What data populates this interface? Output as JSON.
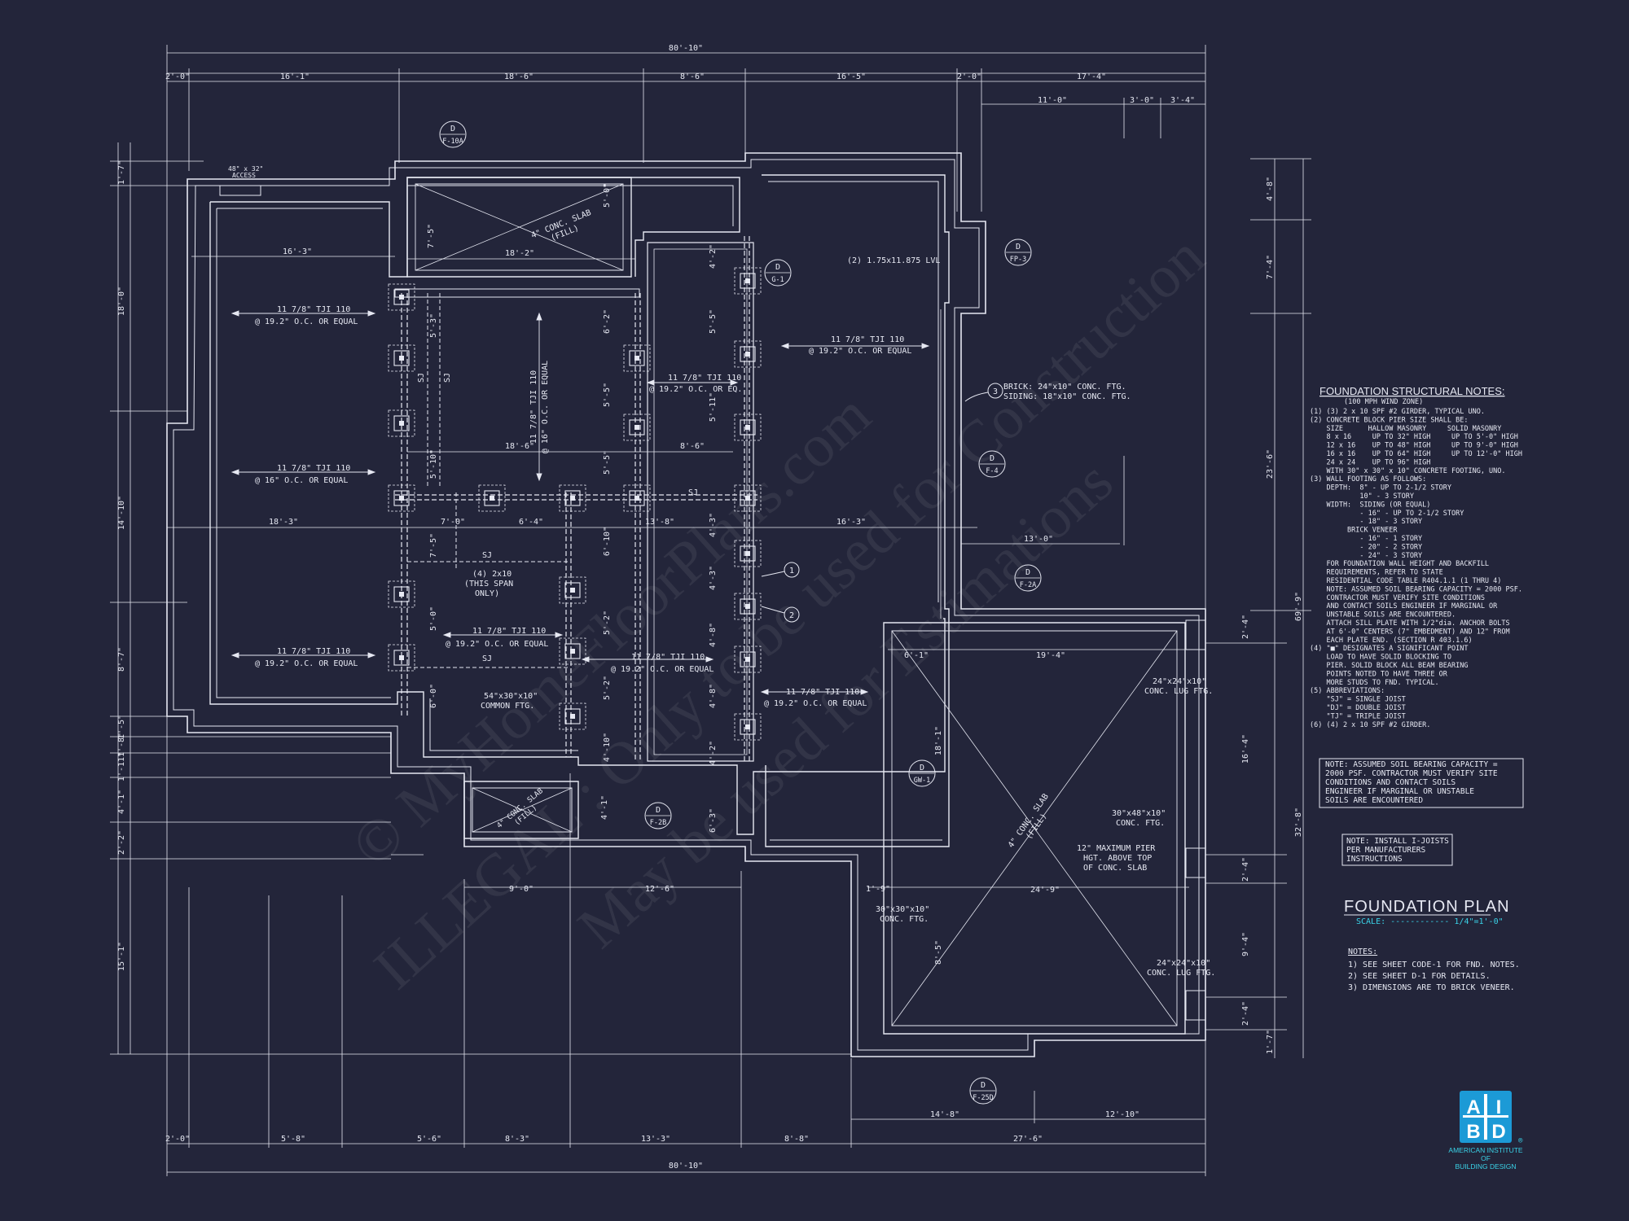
{
  "colors": {
    "background": "#23253a",
    "line": "#e6e8f2",
    "accent": "#3ad3e8",
    "logo": "#1c9ad6"
  },
  "watermark": {
    "line1": "© MyHomeFloorPlans.com",
    "line2": "ILLEGAL : Only to be used for Construction",
    "line3": "May be used for Estimations"
  },
  "dimensions": {
    "top_overall": "80'-10\"",
    "bottom_overall": "80'-10\"",
    "top_segments": [
      "2'-0\"",
      "16'-1\"",
      "18'-6\"",
      "8'-6\"",
      "16'-5\"",
      "2'-0\"",
      "17'-4\""
    ],
    "top_right_sub": [
      "11'-0\"",
      "3'-0\"",
      "3'-4\""
    ],
    "bottom_segments": [
      "2'-0\"",
      "5'-8\"",
      "5'-6\"",
      "8'-3\"",
      "13'-3\"",
      "8'-8\"",
      "27'-6\""
    ],
    "bottom_sub": [
      "14'-8\"",
      "12'-10\""
    ],
    "lower_mid": [
      "9'-0\"",
      "12'-6\""
    ],
    "left_side": [
      "1'-7\"",
      "18'-0\"",
      "14'-10\"",
      "8'-7\"",
      "1'-5\"",
      "1'-8\"",
      "1'-11\"",
      "4'-1\"",
      "2'-2\"",
      "15'-1\""
    ],
    "right_side": [
      "4'-8\"",
      "7'-4\"",
      "23'-6\"",
      "2'-4\"",
      "16'-4\"",
      "2'-4\"",
      "9'-4\"",
      "2'-4\"",
      "1'-7\""
    ],
    "right_totals": [
      "69'-9\"",
      "32'-8\""
    ],
    "interior": [
      "16'-3\"",
      "18'-2\"",
      "18'-6\"",
      "8'-6\"",
      "18'-3\"",
      "7'-0\"",
      "6'-4\"",
      "13'-8\"",
      "16'-3\"",
      "13'-0\"",
      "19'-4\"",
      "24'-9\"",
      "1'-9\"",
      "6'-1\"",
      "18'-1\"",
      "8'-5\""
    ],
    "vertical_interior": [
      "7'-5\"",
      "5'-0\"",
      "6'-2\"",
      "5'-5\"",
      "5'-5\"",
      "4'-2\"",
      "5'-5\"",
      "5'-11\"",
      "5'-3\"",
      "5'-10\"",
      "7'-5\"",
      "5'-0\"",
      "6'-0\"",
      "6'-10\"",
      "5'-2\"",
      "5'-2\"",
      "4'-10\"",
      "4'-3\"",
      "4'-3\"",
      "4'-8\"",
      "4'-8\"",
      "4'-2\"",
      "6'-3\"",
      "4'-1\""
    ]
  },
  "labels": {
    "access": "48\" x 32\"",
    "access2": "ACCESS",
    "slab_top": "4\" CONC. SLAB",
    "slab_top_fill": "(FILL)",
    "slab_small": "4\" CONC. SLAB",
    "slab_small_fill": "(FILL)",
    "slab_big": "4\" CONC. SLAB",
    "slab_big_fill": "(FILL)",
    "lvl": "(2) 1.75x11.875 LVL",
    "joist_a": "11 7/8\" TJI 110",
    "joist_a_sp": "@ 19.2\" O.C. OR EQUAL",
    "joist_b": "11 7/8\" TJI 110",
    "joist_b_sp": "@ 16\" O.C. OR EQUAL",
    "joist_c": "11 7/8\" TJI 110",
    "joist_c_sp": "@ 19.2\" O.C. OR EQUAL",
    "joist_d": "11 7/8\" TJI 110",
    "joist_d_sp": "@ 19.2\" O.C. OR EQUAL",
    "joist_e": "11 7/8\" TJI 110",
    "joist_e_sp": "@ 19.2\" O.C. OR EQ.",
    "joist_f": "11 7/8\" TJI 110",
    "joist_f_sp": "@ 16\" O.C. OR EQUAL",
    "joist_g": "11 7/8\" TJI 110",
    "joist_g_sp": "@ 19.2\" O.C. OR EQUAL",
    "joist_h": "11 7/8\" TJI 110",
    "joist_h_sp": "@ 19.2\" O.C. OR EQUAL",
    "joist_i": "11 7/8\" TJI 110",
    "joist_i_sp": "@ 19.2\" O.C. OR EQUAL",
    "brick_ftg": "BRICK: 24\"x10\" CONC. FTG.",
    "siding_ftg": "SIDING: 18\"x10\" CONC. FTG.",
    "span1": "(4) 2x10",
    "span2": "(THIS SPAN",
    "span3": "ONLY)",
    "common1": "54\"x30\"x10\"",
    "common2": "COMMON FTG.",
    "lug1": "24\"x24\"x10\"",
    "lug1b": "CONC. LUG FTG.",
    "lug2": "24\"x24\"x10\"",
    "lug2b": "CONC. LUG FTG.",
    "ftg30a": "30\"x48\"x10\"",
    "ftg30b": "CONC. FTG.",
    "pier1": "12\" MAXIMUM PIER",
    "pier2": "HGT. ABOVE TOP",
    "pier3": "OF CONC. SLAB",
    "ftg_small1": "30\"x30\"x10\"",
    "ftg_small2": "CONC. FTG.",
    "sj": "SJ",
    "callout1": "1",
    "callout2": "2",
    "callout3": "3"
  },
  "section_tags": [
    {
      "top": "D",
      "bottom": "F-10A"
    },
    {
      "top": "D",
      "bottom": "G-1"
    },
    {
      "top": "D",
      "bottom": "FP-3"
    },
    {
      "top": "D",
      "bottom": "F-4"
    },
    {
      "top": "D",
      "bottom": "F-2A"
    },
    {
      "top": "D",
      "bottom": "GW-1"
    },
    {
      "top": "D",
      "bottom": "F-2B"
    },
    {
      "top": "D",
      "bottom": "F-25D"
    }
  ],
  "structural_notes": {
    "title": "FOUNDATION STRUCTURAL NOTES:",
    "subtitle": "(100 MPH WIND ZONE)",
    "lines": [
      "(1) (3) 2 x 10 SPF #2 GIRDER, TYPICAL UNO.",
      "(2) CONCRETE BLOCK PIER SIZE SHALL BE:",
      "    SIZE      HALLOW MASONRY     SOLID MASONRY",
      "    8 x 16     UP TO 32\" HIGH     UP TO 5'-0\" HIGH",
      "    12 x 16    UP TO 48\" HIGH     UP TO 9'-0\" HIGH",
      "    16 x 16    UP TO 64\" HIGH     UP TO 12'-0\" HIGH",
      "    24 x 24    UP TO 96\" HIGH",
      "    WITH 30\" x 30\" x 10\" CONCRETE FOOTING, UNO.",
      "(3) WALL FOOTING AS FOLLOWS:",
      "    DEPTH:  8\" - UP TO 2-1/2 STORY",
      "            10\" - 3 STORY",
      "    WIDTH:  SIDING (OR EQUAL)",
      "            - 16\" - UP TO 2-1/2 STORY",
      "            - 18\" - 3 STORY",
      "         BRICK VENEER",
      "            - 16\" - 1 STORY",
      "            - 20\" - 2 STORY",
      "            - 24\" - 3 STORY",
      "    FOR FOUNDATION WALL HEIGHT AND BACKFILL",
      "    REQUIREMENTS, REFER TO STATE",
      "    RESIDENTIAL CODE TABLE R404.1.1 (1 THRU 4)",
      "    NOTE: ASSUMED SOIL BEARING CAPACITY = 2000 PSF.",
      "    CONTRACTOR MUST VERIFY SITE CONDITIONS",
      "    AND CONTACT SOILS ENGINEER IF MARGINAL OR",
      "    UNSTABLE SOILS ARE ENCOUNTERED.",
      "    ATTACH SILL PLATE WITH 1/2\"dia. ANCHOR BOLTS",
      "    AT 6'-0\" CENTERS (7\" EMBEDMENT) AND 12\" FROM",
      "    EACH PLATE END. (SECTION R 403.1.6)",
      "(4) \"■\" DESIGNATES A SIGNIFICANT POINT",
      "    LOAD TO HAVE SOLID BLOCKING TO",
      "    PIER. SOLID BLOCK ALL BEAM BEARING",
      "    POINTS NOTED TO HAVE THREE OR",
      "    MORE STUDS TO FND. TYPICAL.",
      "(5) ABBREVIATIONS:",
      "    \"SJ\" = SINGLE JOIST",
      "    \"DJ\" = DOUBLE JOIST",
      "    \"TJ\" = TRIPLE JOIST",
      "(6) (4) 2 x 10 SPF #2 GIRDER."
    ]
  },
  "soil_note": [
    "NOTE: ASSUMED SOIL BEARING CAPACITY =",
    "2000 PSF. CONTRACTOR MUST VERIFY SITE",
    "CONDITIONS AND CONTACT SOILS",
    "ENGINEER IF MARGINAL OR UNSTABLE",
    "SOILS ARE ENCOUNTERED"
  ],
  "ijoist_note": [
    "NOTE: INSTALL I-JOISTS",
    "PER MANUFACTURERS",
    "INSTRUCTIONS"
  ],
  "plan_title": "FOUNDATION PLAN",
  "plan_scale": "SCALE: ------------ 1/4\"=1'-0\"",
  "general_notes": {
    "title": "NOTES:",
    "lines": [
      "1) SEE SHEET CODE-1 FOR FND. NOTES.",
      "2) SEE SHEET D-1 FOR DETAILS.",
      "3) DIMENSIONS ARE TO BRICK VENEER."
    ]
  },
  "logo": {
    "letter_a": "A",
    "letter_i": "I",
    "letter_b": "B",
    "letter_d": "D",
    "reg": "®",
    "caption": [
      "AMERICAN INSTITUTE",
      "OF",
      "BUILDING DESIGN"
    ]
  }
}
